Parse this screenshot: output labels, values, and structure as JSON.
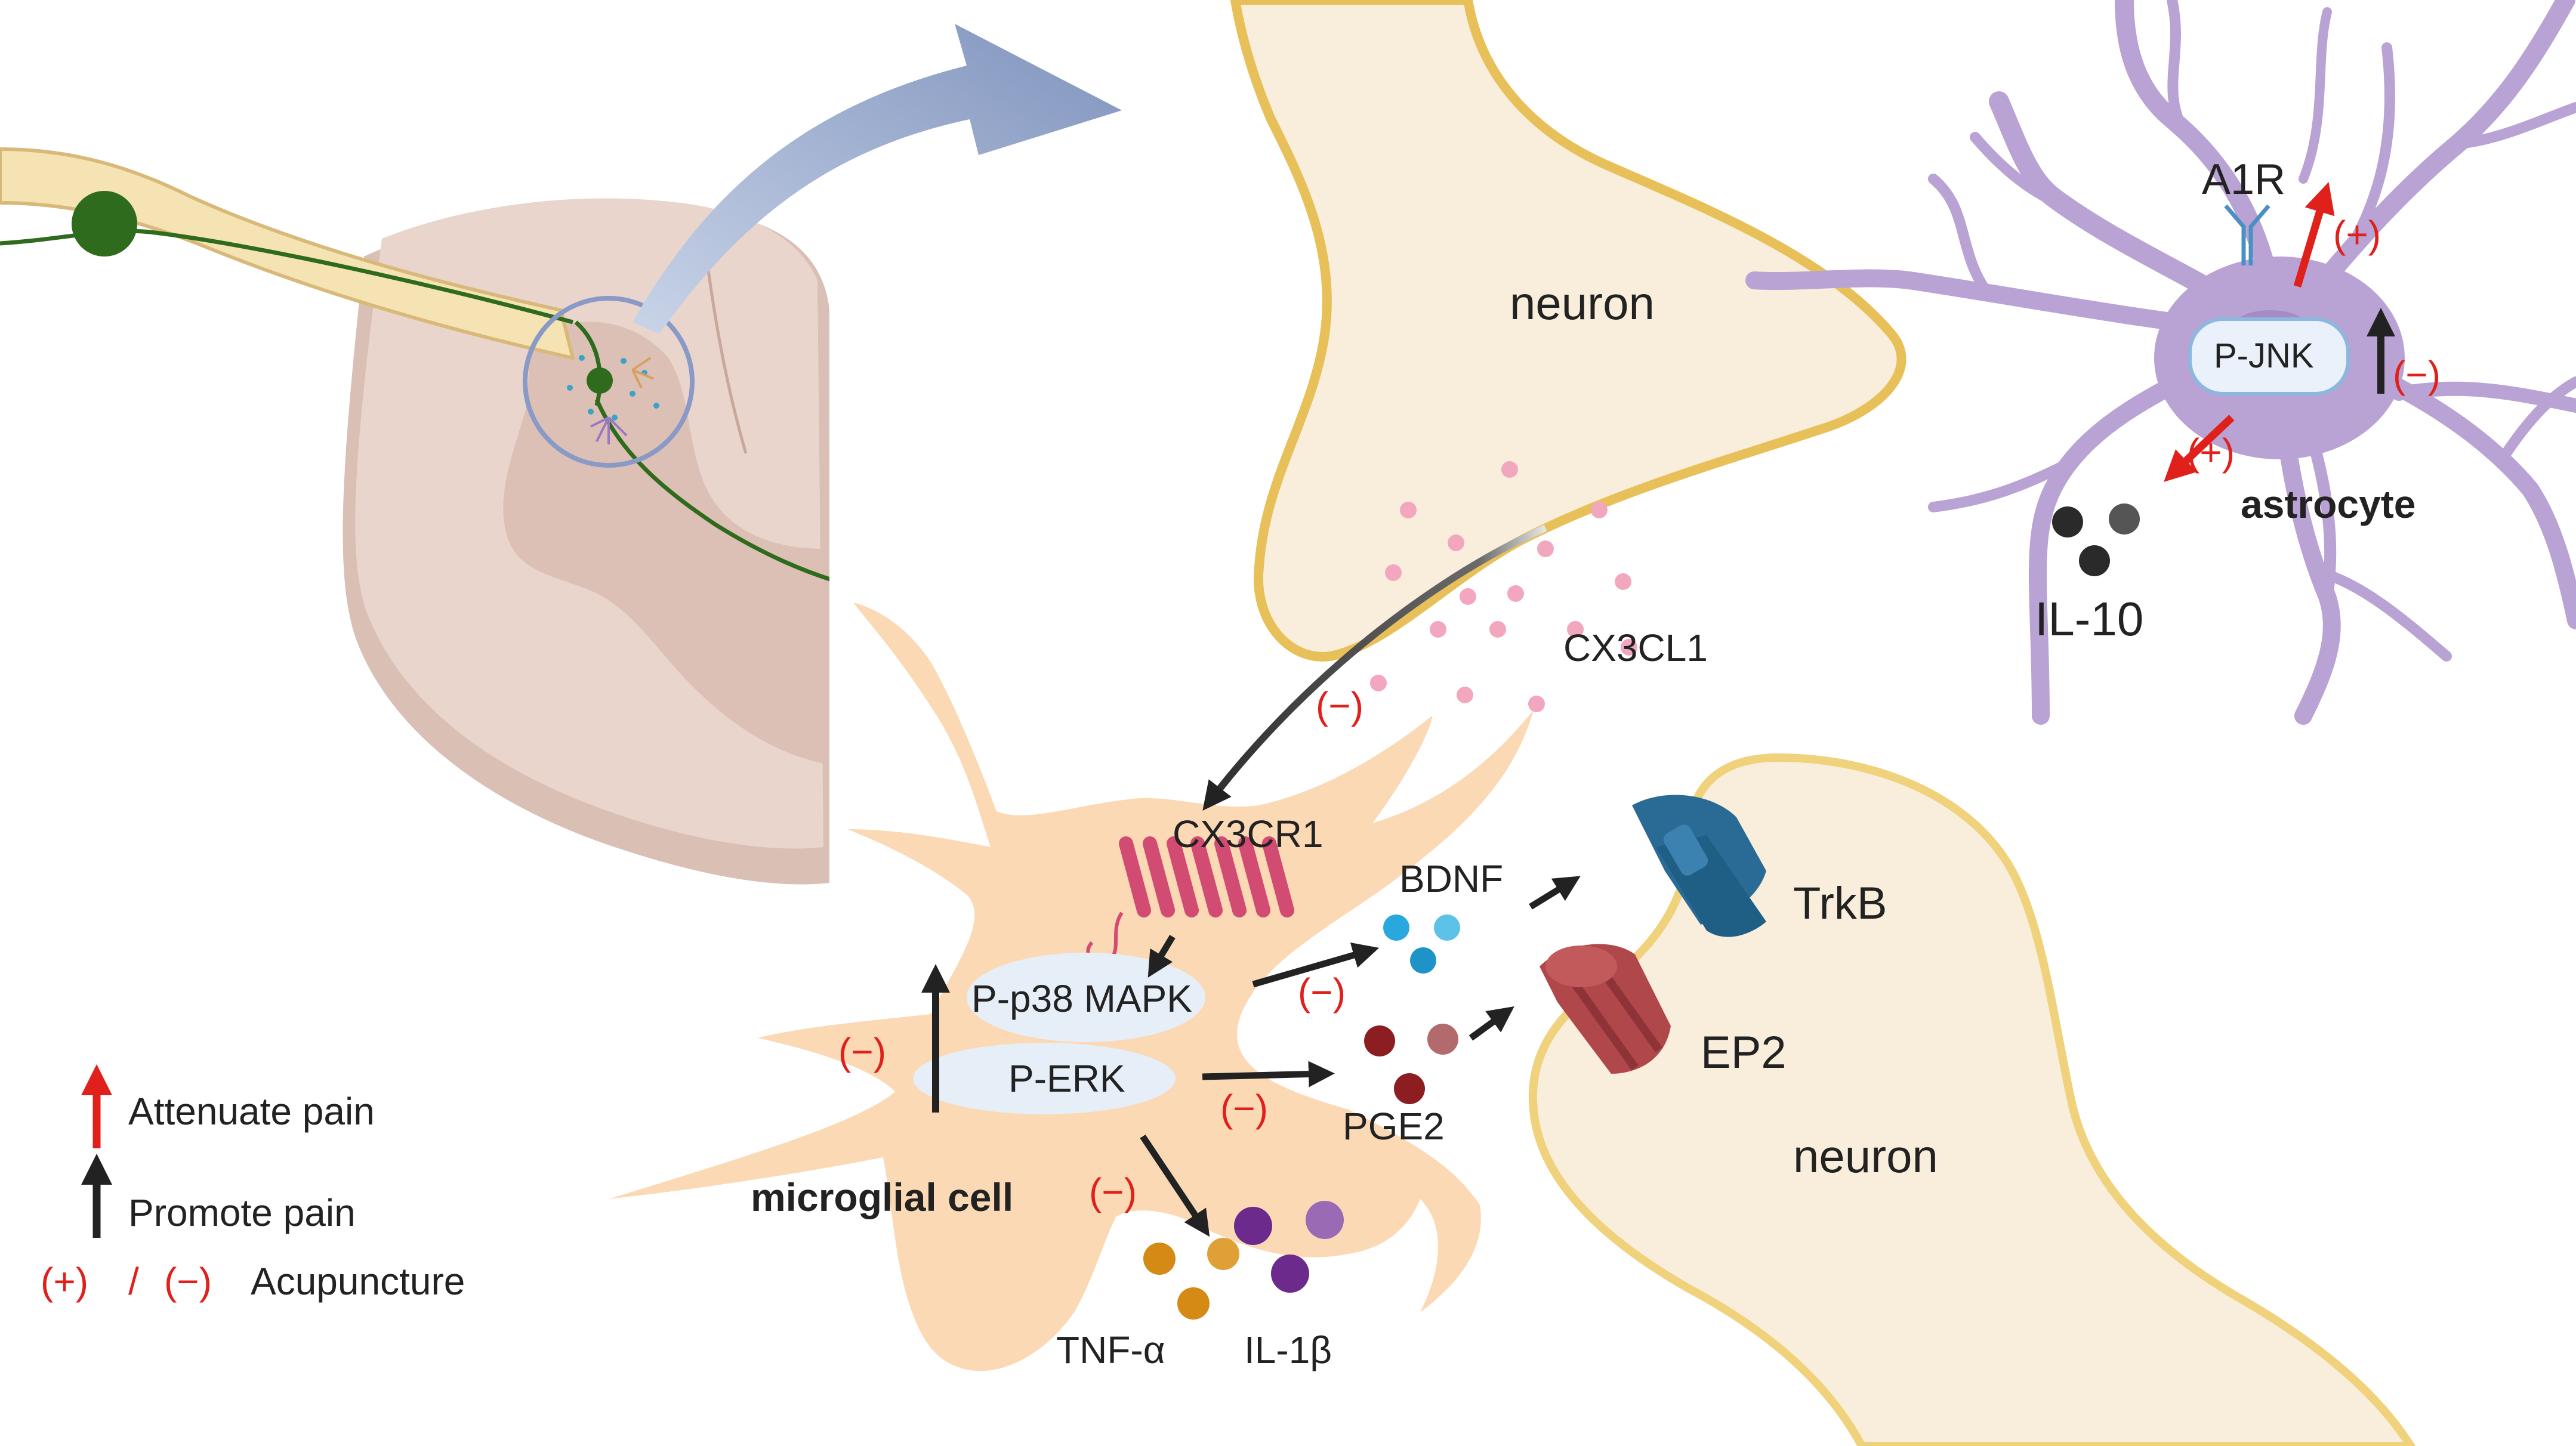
{
  "labels": {
    "neuron_top": "neuron",
    "neuron_bottom": "neuron",
    "astrocyte": "astrocyte",
    "a1r": "A1R",
    "pjnk": "P-JNK",
    "il10": "IL-10",
    "cx3cl1": "CX3CL1",
    "cx3cr1": "CX3CR1",
    "bdnf": "BDNF",
    "trkb": "TrkB",
    "ep2": "EP2",
    "pge2": "PGE2",
    "p38": "P-p38 MAPK",
    "perk": "P-ERK",
    "microglia": "microglial cell",
    "tnf": "TNF-α",
    "il1b": "IL-1β"
  },
  "marks": {
    "plus": "(+)",
    "minus": "(−)"
  },
  "legend": {
    "attenuate": "Attenuate pain",
    "promote": "Promote  pain",
    "acu_plus": "(+)",
    "acu_slash": "/",
    "acu_minus": "(−)",
    "acu_label": "Acupuncture"
  },
  "colors": {
    "attenuate_arrow": "#e0201b",
    "promote_arrow": "#222222",
    "microglia_fill": "#fbd9b4",
    "astrocyte_fill": "#b9a2d4",
    "neuron_fill": "#f8eedb",
    "neuron_outline": "#e8c05a",
    "spinal_cord": "#ead5cc",
    "trkb": "#1f5f86",
    "ep2": "#b0474a",
    "cx3cr1": "#d14b72"
  }
}
